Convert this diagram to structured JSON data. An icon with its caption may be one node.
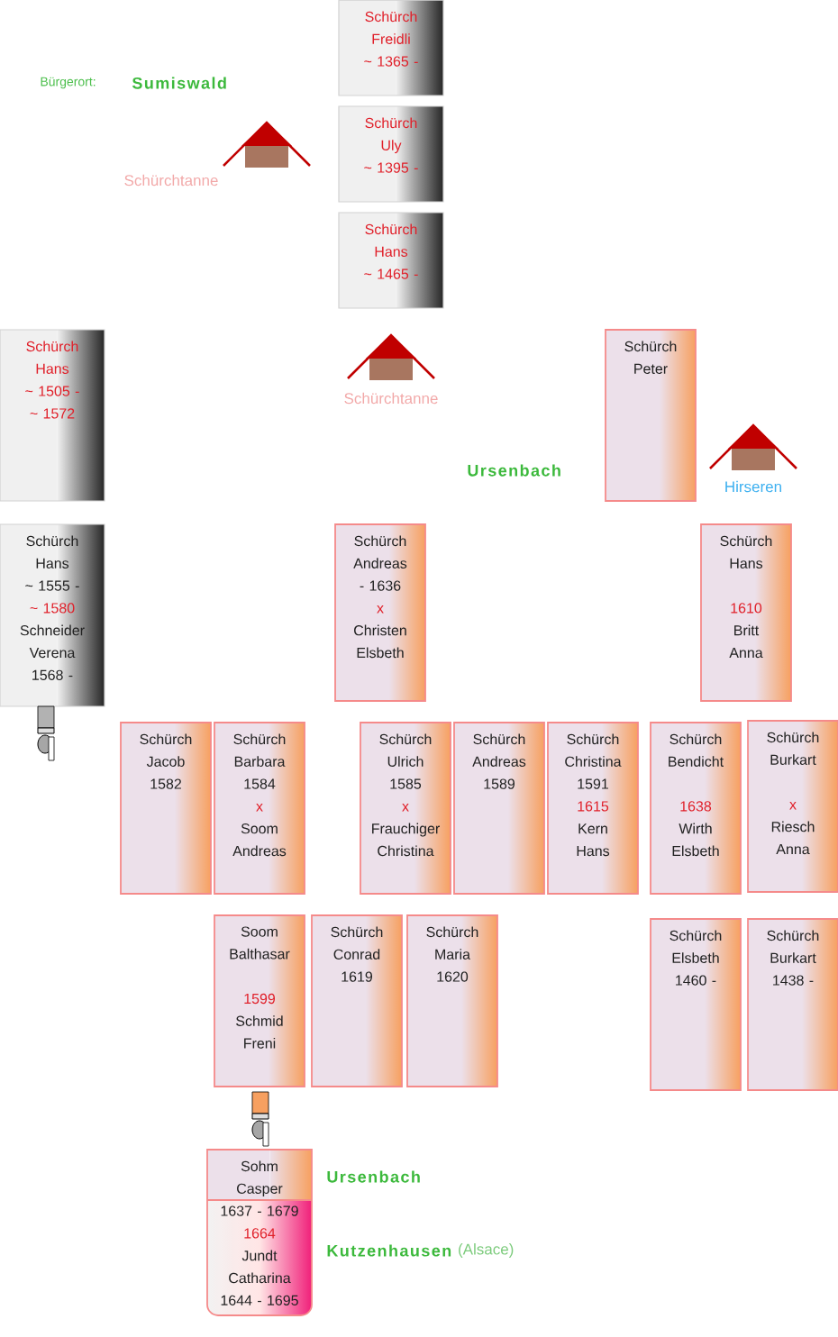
{
  "diagram": {
    "nodes": [
      {
        "text": [
          "Schürch",
          "Freidli",
          "~ 1365 -"
        ]
      },
      {
        "text": [
          "Schürch",
          "Uly",
          "~ 1395 -"
        ]
      },
      {
        "text": [
          "Schürch",
          "Hans",
          "~ 1465 -"
        ]
      },
      {
        "text": [
          "Schürch",
          "Hans",
          "~ 1505 -",
          "~ 1572"
        ]
      },
      {
        "text": [
          "Schürch",
          "Peter"
        ]
      },
      {
        "text": [
          "Schürch",
          "Hans",
          "~ 1555 -",
          "~ 1580",
          "Schneider",
          "Verena",
          "1568 -"
        ]
      },
      {
        "text": [
          "Schürch",
          "Andreas",
          "- 1636",
          "x",
          "Christen",
          "Elsbeth"
        ]
      },
      {
        "text": [
          "Schürch",
          "Hans",
          "1610",
          "Britt",
          "Anna"
        ]
      },
      {
        "text": [
          "Schürch",
          "Jacob",
          "1582"
        ]
      },
      {
        "text": [
          "Schürch",
          "Barbara",
          "1584",
          "x",
          "Soom",
          "Andreas"
        ]
      },
      {
        "text": [
          "Schürch",
          "Ulrich",
          "1585",
          "x",
          "Frauchiger",
          "Christina"
        ]
      },
      {
        "text": [
          "Schürch",
          "Andreas",
          "1589"
        ]
      },
      {
        "text": [
          "Schürch",
          "Christina",
          "1591",
          "1615",
          "Kern",
          "Hans"
        ]
      },
      {
        "text": [
          "Schürch",
          "Bendicht",
          "1638",
          "Wirth",
          "Elsbeth"
        ]
      },
      {
        "text": [
          "Schürch",
          "Burkart",
          "x",
          "Riesch",
          "Anna"
        ]
      },
      {
        "text": [
          "Soom",
          "Balthasar",
          "1599",
          "Schmid",
          "Freni"
        ]
      },
      {
        "text": [
          "Schürch",
          "Conrad",
          "1619"
        ]
      },
      {
        "text": [
          "Schürch",
          "Maria",
          "1620"
        ]
      },
      {
        "text": [
          "Schürch",
          "Elsbeth",
          "1460 -"
        ]
      },
      {
        "text": [
          "Schürch",
          "Burkart",
          "1438 -"
        ]
      },
      {
        "text": [
          "Sohm",
          "Casper",
          "1637 - 1679",
          "1664",
          "Jundt",
          "Catharina",
          "1644 - 1695"
        ]
      }
    ],
    "labels": [
      "Bürgerort:",
      "Sumiswald",
      "Schürchtanne",
      "Schürchtanne",
      "Ursenbach",
      "Hirseren",
      "Ursenbach",
      "Kutzenhausen",
      "(Alsace)"
    ]
  }
}
